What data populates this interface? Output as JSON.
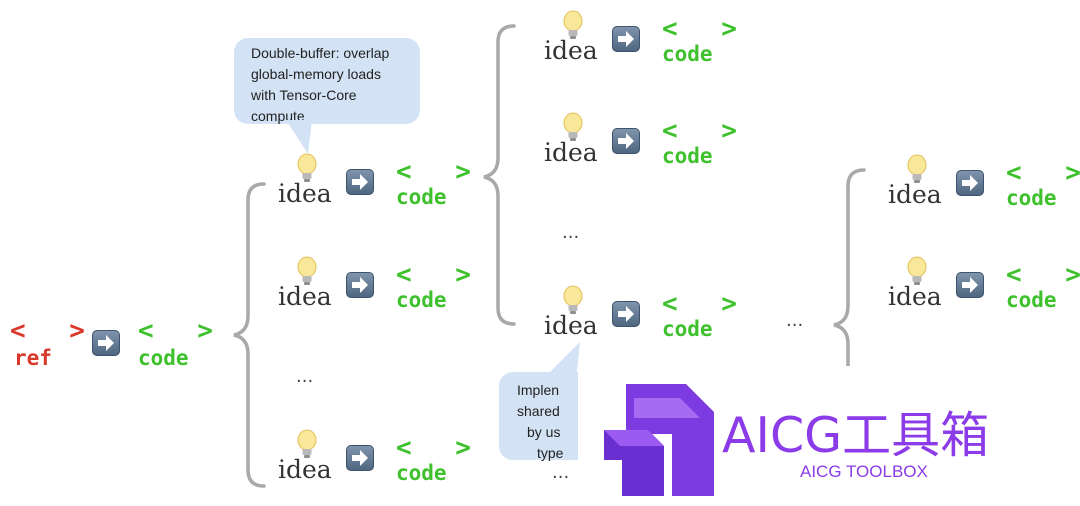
{
  "root": {
    "brackets": "< >",
    "ref_label": "ref",
    "code_label": "code"
  },
  "unit": {
    "idea_label": "idea",
    "brackets": "< >",
    "code_label": "code"
  },
  "ellipsis": "...",
  "callout_top": {
    "lines": [
      "Double-buffer: overlap",
      "global-memory loads",
      "with Tensor-Core",
      "compute"
    ]
  },
  "callout_bottom": {
    "lines": [
      "Implen",
      "shared",
      "by us",
      "type"
    ]
  },
  "watermark": {
    "title": "AICG工具箱",
    "subtitle": "AICG TOOLBOX"
  },
  "colors": {
    "ref": "#d8392b",
    "code": "#3ec12d",
    "callout": "#d3e2f4",
    "brace": "#a9a9a9",
    "watermark": "#8b3be8"
  }
}
